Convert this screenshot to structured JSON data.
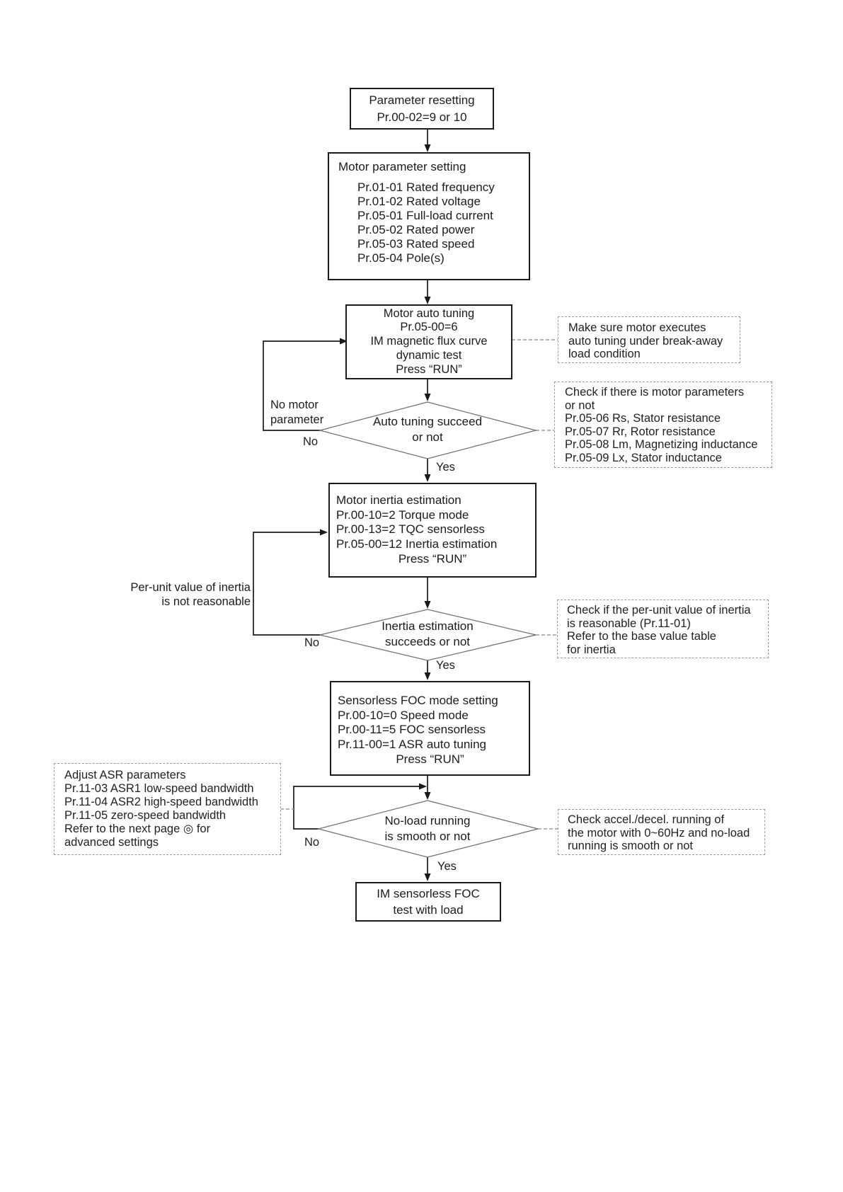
{
  "nodes": {
    "parameter_resetting": {
      "lines": [
        "Parameter resetting",
        "Pr.00-02=9 or 10"
      ]
    },
    "motor_parameter_setting": {
      "title": "Motor parameter setting",
      "items": [
        "Pr.01-01 Rated frequency",
        "Pr.01-02 Rated voltage",
        "Pr.05-01 Full-load current",
        "Pr.05-02 Rated power",
        "Pr.05-03 Rated speed",
        "Pr.05-04 Pole(s)"
      ]
    },
    "motor_auto_tuning": {
      "lines": [
        "Motor auto tuning",
        "Pr.05-00=6",
        "IM magnetic flux curve",
        "dynamic test",
        "Press “RUN”"
      ]
    },
    "auto_tuning_decision": {
      "lines": [
        "Auto tuning succeed",
        "or not"
      ]
    },
    "motor_inertia_estimation": {
      "lines": [
        "Motor inertia estimation",
        "Pr.00-10=2 Torque mode",
        "Pr.00-13=2 TQC sensorless",
        "Pr.05-00=12 Inertia estimation"
      ],
      "press": "Press “RUN”"
    },
    "inertia_decision": {
      "lines": [
        "Inertia estimation",
        "succeeds or not"
      ]
    },
    "sensorless_foc_setting": {
      "lines": [
        "Sensorless FOC mode setting",
        "Pr.00-10=0 Speed mode",
        "Pr.00-11=5 FOC sensorless",
        "Pr.11-00=1 ASR auto tuning"
      ],
      "press": "Press “RUN”"
    },
    "no_load_decision": {
      "lines": [
        "No-load running",
        "is smooth or not"
      ]
    },
    "im_sensorless_foc_test": {
      "lines": [
        "IM sensorless FOC",
        "test with load"
      ]
    }
  },
  "notes": {
    "break_away_load": {
      "lines": [
        "Make sure motor executes",
        "auto tuning under break-away",
        "load condition"
      ]
    },
    "motor_parameters_check": {
      "lines": [
        "Check if there is motor parameters",
        "or not",
        "Pr.05-06 Rs, Stator resistance",
        "Pr.05-07 Rr, Rotor resistance",
        "Pr.05-08 Lm, Magnetizing inductance",
        "Pr.05-09 Lx, Stator inductance"
      ]
    },
    "inertia_value_check": {
      "lines": [
        "Check if the per-unit value of inertia",
        "is reasonable (Pr.11-01)",
        "Refer to the base value table",
        "for inertia"
      ]
    },
    "adjust_asr_parameters": {
      "lines": [
        "Adjust ASR parameters",
        "Pr.11-03 ASR1 low-speed bandwidth",
        "Pr.11-04 ASR2 high-speed bandwidth",
        "Pr.11-05 zero-speed bandwidth",
        "Refer to the next page ◎ for",
        "advanced settings"
      ]
    },
    "accel_decel_check": {
      "lines": [
        "Check accel./decel. running of",
        "the motor with 0~60Hz and no-load",
        "running is smooth or not"
      ]
    }
  },
  "edge_labels": {
    "no_motor_parameter": {
      "lines": [
        "No motor",
        "parameter"
      ]
    },
    "per_unit_not_reasonable": {
      "lines": [
        "Per-unit value of inertia",
        "is not reasonable"
      ]
    },
    "auto_tuning_no": "No",
    "auto_tuning_yes": "Yes",
    "inertia_no": "No",
    "inertia_yes": "Yes",
    "no_load_no": "No",
    "no_load_yes": "Yes"
  },
  "colors": {
    "line": "#1a1a1a",
    "dashed": "#9b9b9b",
    "background": "#ffffff"
  }
}
